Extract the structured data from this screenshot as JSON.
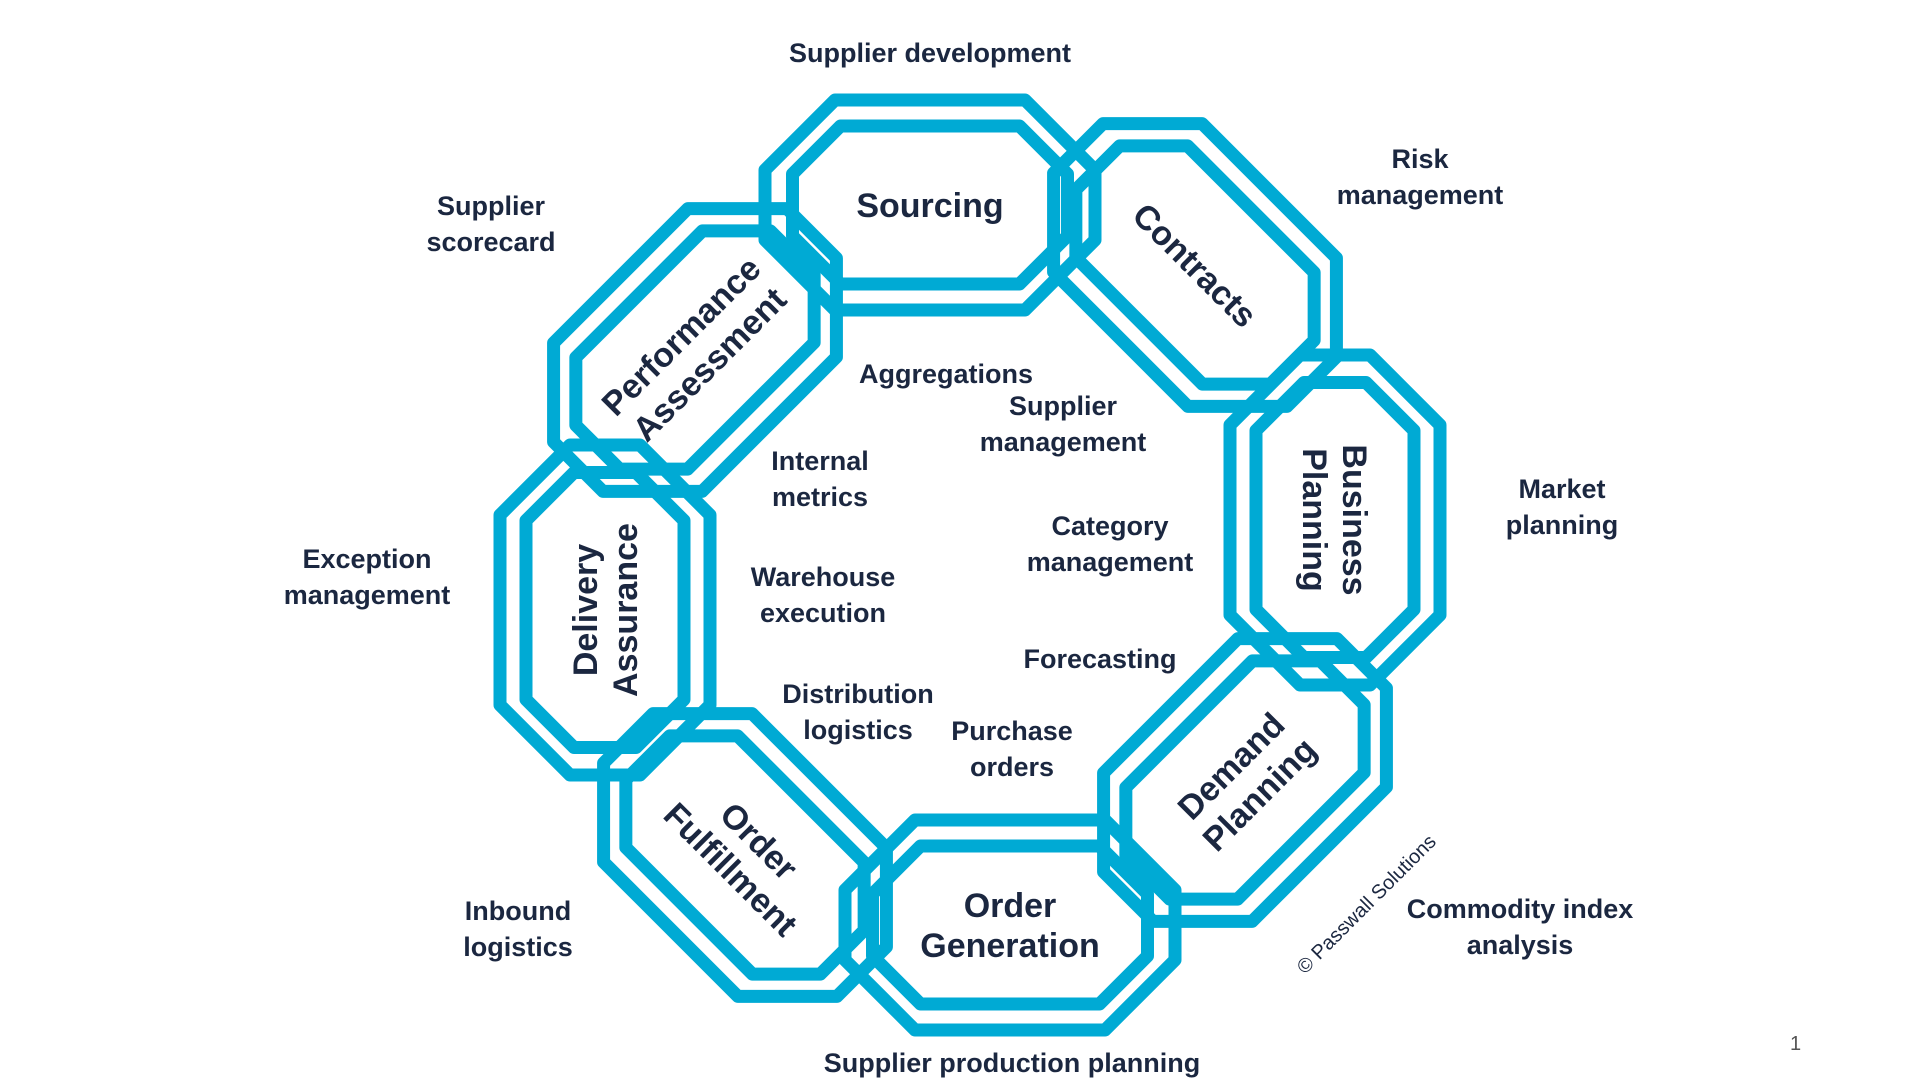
{
  "diagram": {
    "links": [
      {
        "id": "sourcing",
        "label": [
          "Sourcing"
        ]
      },
      {
        "id": "contracts",
        "label": [
          "Contracts"
        ]
      },
      {
        "id": "business-planning",
        "label": [
          "Business",
          "Planning"
        ]
      },
      {
        "id": "demand-planning",
        "label": [
          "Demand",
          "Planning"
        ]
      },
      {
        "id": "order-generation",
        "label": [
          "Order",
          "Generation"
        ]
      },
      {
        "id": "order-fulfillment",
        "label": [
          "Order",
          "Fulfillment"
        ]
      },
      {
        "id": "delivery-assurance",
        "label": [
          "Delivery",
          "Assurance"
        ]
      },
      {
        "id": "performance-assessment",
        "label": [
          "Performance",
          "Assessment"
        ]
      }
    ],
    "outer_labels": [
      {
        "id": "supplier-development",
        "lines": [
          "Supplier development"
        ]
      },
      {
        "id": "risk-management",
        "lines": [
          "Risk",
          "management"
        ]
      },
      {
        "id": "market-planning",
        "lines": [
          "Market",
          "planning"
        ]
      },
      {
        "id": "commodity-index-analysis",
        "lines": [
          "Commodity index",
          "analysis"
        ]
      },
      {
        "id": "supplier-production-planning",
        "lines": [
          "Supplier production planning"
        ]
      },
      {
        "id": "inbound-logistics",
        "lines": [
          "Inbound",
          "logistics"
        ]
      },
      {
        "id": "exception-management",
        "lines": [
          "Exception",
          "management"
        ]
      },
      {
        "id": "supplier-scorecard",
        "lines": [
          "Supplier",
          "scorecard"
        ]
      }
    ],
    "inner_labels": [
      {
        "id": "aggregations",
        "lines": [
          "Aggregations"
        ]
      },
      {
        "id": "supplier-management",
        "lines": [
          "Supplier",
          "management"
        ]
      },
      {
        "id": "category-management",
        "lines": [
          "Category",
          "management"
        ]
      },
      {
        "id": "forecasting",
        "lines": [
          "Forecasting"
        ]
      },
      {
        "id": "purchase-orders",
        "lines": [
          "Purchase",
          "orders"
        ]
      },
      {
        "id": "distribution-logistics",
        "lines": [
          "Distribution",
          "logistics"
        ]
      },
      {
        "id": "warehouse-execution",
        "lines": [
          "Warehouse",
          "execution"
        ]
      },
      {
        "id": "internal-metrics",
        "lines": [
          "Internal",
          "metrics"
        ]
      }
    ],
    "copyright": "© Passwall Solutions",
    "page_number": "1",
    "colors": {
      "link": "#00aad4",
      "text": "#1b2740"
    }
  }
}
